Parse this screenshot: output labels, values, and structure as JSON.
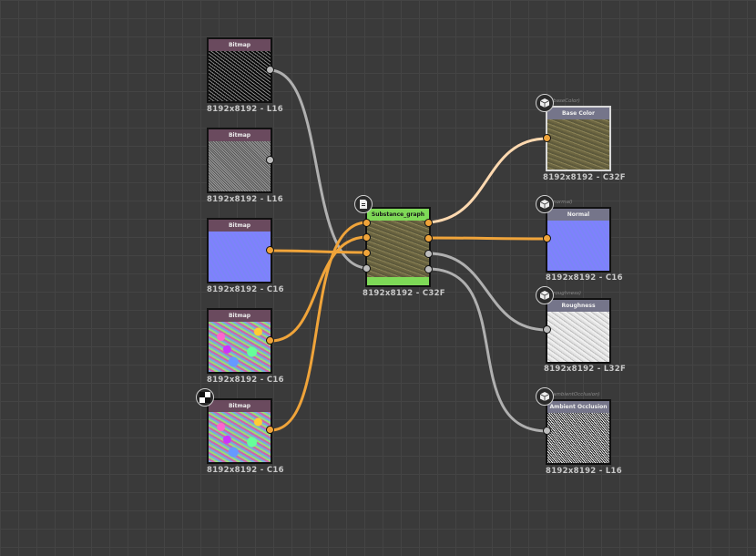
{
  "bitmap_nodes": [
    {
      "title": "Bitmap",
      "resolution": "8192x8192 - L16"
    },
    {
      "title": "Bitmap",
      "resolution": "8192x8192 - L16"
    },
    {
      "title": "Bitmap",
      "resolution": "8192x8192 - C16"
    },
    {
      "title": "Bitmap",
      "resolution": "8192x8192 - C16"
    },
    {
      "title": "Bitmap",
      "resolution": "8192x8192 - C16"
    }
  ],
  "graph_node": {
    "title": "Substance_graph",
    "resolution": "8192x8192 - C32F"
  },
  "output_nodes": [
    {
      "title": "Base Color",
      "identifier": "(baseColor)",
      "resolution": "8192x8192 - C32F"
    },
    {
      "title": "Normal",
      "identifier": "(normal)",
      "resolution": "8192x8192 - C16"
    },
    {
      "title": "Roughness",
      "identifier": "(roughness)",
      "resolution": "8192x8192 - L32F"
    },
    {
      "title": "Ambient Occlusion",
      "identifier": "(ambientOcclusion)",
      "resolution": "8192x8192 - L16"
    }
  ],
  "colors": {
    "canvas_bg": "#3a3a3a",
    "grid": "#444444",
    "bitmap_header": "#6a4a5e",
    "output_header": "#75758a",
    "graph_header": "#7ed957",
    "wire_gray": "#b0b0b0",
    "wire_orange": "#f0a43a",
    "wire_highlight": "#ffd9b0"
  },
  "icons": {
    "output_badge": "cube-icon",
    "graph_badge": "document-icon",
    "input_badge": "checker-icon"
  }
}
